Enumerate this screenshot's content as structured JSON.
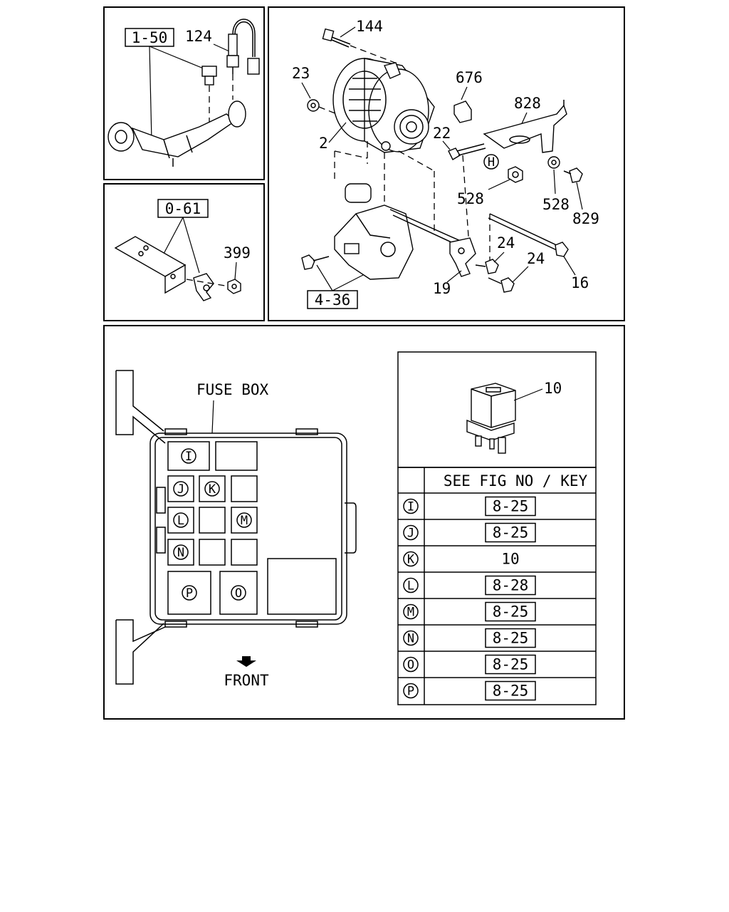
{
  "panels": {
    "exhaust": {
      "ref_box": "1-50",
      "callouts": [
        "124"
      ]
    },
    "bracket": {
      "ref_box": "0-61",
      "callouts": [
        "399"
      ]
    },
    "alternator": {
      "ref_box": "4-36",
      "callouts": [
        "144",
        "23",
        "676",
        "828",
        "2",
        "22",
        "528",
        "528",
        "829",
        "24",
        "24",
        "19",
        "16"
      ],
      "h_marker": "H"
    },
    "fuse_box": {
      "title": "FUSE BOX",
      "front_label": "FRONT",
      "slots": [
        "I",
        "J",
        "K",
        "L",
        "M",
        "N",
        "P",
        "O"
      ]
    },
    "relay": {
      "callout": "10"
    },
    "key_table": {
      "header": "SEE FIG NO / KEY",
      "rows": [
        {
          "key": "I",
          "value": "8-25",
          "boxed": true
        },
        {
          "key": "J",
          "value": "8-25",
          "boxed": true
        },
        {
          "key": "K",
          "value": "10",
          "boxed": false
        },
        {
          "key": "L",
          "value": "8-28",
          "boxed": true
        },
        {
          "key": "M",
          "value": "8-25",
          "boxed": true
        },
        {
          "key": "N",
          "value": "8-25",
          "boxed": true
        },
        {
          "key": "O",
          "value": "8-25",
          "boxed": true
        },
        {
          "key": "P",
          "value": "8-25",
          "boxed": true
        }
      ]
    }
  }
}
